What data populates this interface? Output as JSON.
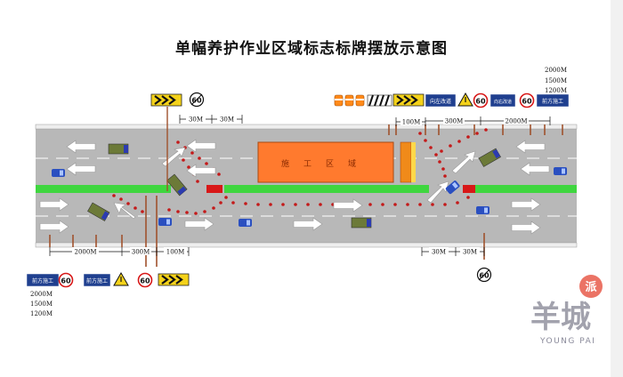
{
  "title": "单幅养护作业区域标志标牌摆放示意图",
  "work_zone_label": "施工区域",
  "distances": {
    "top_d30a": "30M",
    "top_d30b": "30M",
    "top_d100": "100M",
    "top_d300": "300M",
    "top_d2000": "2000M",
    "bot_d2000": "2000M",
    "bot_d300": "300M",
    "bot_d100": "100M",
    "bot_d30a": "30M",
    "bot_d30b": "30M"
  },
  "advance_distances": {
    "top_right": [
      "2000M",
      "1500M",
      "1200M"
    ],
    "bottom_left": [
      "2000M",
      "1500M",
      "1200M"
    ]
  },
  "signs": {
    "speed_limit": "60",
    "end_restriction": "60",
    "work_ahead": "前方施工",
    "lane_change": "向左改道",
    "lane_change_right": "向右改道"
  },
  "watermark": {
    "brand": "羊城",
    "badge": "派",
    "sub": "YOUNG PAI"
  },
  "colors": {
    "road": "#b8b8b8",
    "median": "#3fd63f",
    "work_zone": "#ff7a2e",
    "cone": "#c41a1a",
    "sign_blue": "#1f3f8f",
    "chevron": "#f4d21a"
  }
}
